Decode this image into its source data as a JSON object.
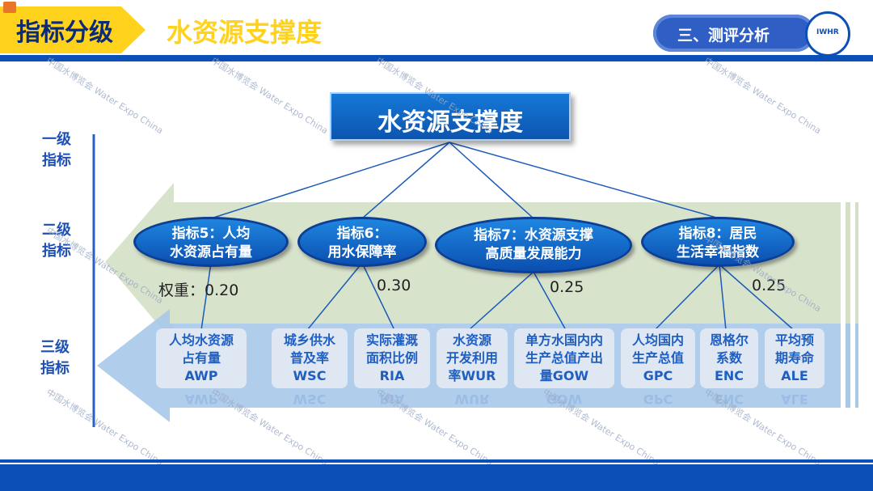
{
  "header": {
    "section_tab": "指标分级",
    "title": "水资源支撑度",
    "section_pill": "三、测评分析",
    "logo_text": "IWHR"
  },
  "levels": {
    "level1": [
      "一级",
      "指标"
    ],
    "level2": [
      "二级",
      "指标"
    ],
    "level3": [
      "三级",
      "指标"
    ]
  },
  "root": {
    "label": "水资源支撑度"
  },
  "level2_nodes": [
    {
      "line1": "指标5：人均",
      "line2": "水资源占有量",
      "weight": "权重：0.20"
    },
    {
      "line1": "指标6：",
      "line2": "用水保障率",
      "weight": "0.30"
    },
    {
      "line1": "指标7：水资源支撑",
      "line2": "高质量发展能力",
      "weight": "0.25"
    },
    {
      "line1": "指标8：居民",
      "line2": "生活幸福指数",
      "weight": "0.25"
    }
  ],
  "level3_nodes": [
    {
      "lines": [
        "人均水资源",
        "占有量",
        "AWP"
      ],
      "reflection": "AWP"
    },
    {
      "lines": [
        "城乡供水",
        "普及率",
        "WSC"
      ],
      "reflection": "WSC"
    },
    {
      "lines": [
        "实际灌溉",
        "面积比例",
        "RIA"
      ],
      "reflection": "RIA"
    },
    {
      "lines": [
        "水资源",
        "开发利用",
        "率WUR"
      ],
      "reflection": "WUR"
    },
    {
      "lines": [
        "单方水国内内",
        "生产总值产出",
        "量GOW"
      ],
      "reflection": "GOW"
    },
    {
      "lines": [
        "人均国内",
        "生产总值",
        "GPC"
      ],
      "reflection": "GPC"
    },
    {
      "lines": [
        "恩格尔",
        "系数",
        "ENC"
      ],
      "reflection": "ENC"
    },
    {
      "lines": [
        "平均预",
        "期寿命",
        "ALE"
      ],
      "reflection": "ALE"
    }
  ],
  "watermark": {
    "cn": "中国水博览会",
    "en": "Water Expo China"
  },
  "colors": {
    "primary_blue": "#0c4fb7",
    "accent_yellow": "#ffd21e",
    "l2_band": "#d4e0c6",
    "l3_band": "#a8c8ea"
  }
}
